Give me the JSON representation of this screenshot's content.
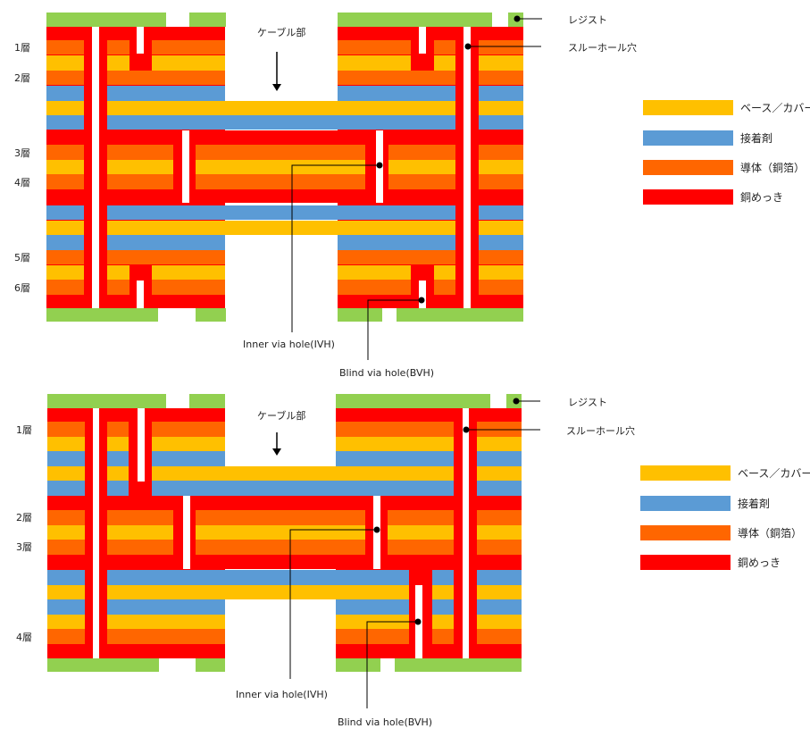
{
  "colors": {
    "resist": "#92d050",
    "base": "#ffc000",
    "adhesive": "#5b9bd5",
    "conductor": "#ff6600",
    "plating": "#ff0000",
    "hole": "#ffffff",
    "line": "#000000"
  },
  "legend": [
    {
      "key": "base",
      "label": "ベース／カバー",
      "color": "#ffc000"
    },
    {
      "key": "adhesive",
      "label": "接着剤",
      "color": "#5b9bd5"
    },
    {
      "key": "conductor",
      "label": "導体（銅箔）",
      "color": "#ff6600"
    },
    {
      "key": "plating",
      "label": "銅めっき",
      "color": "#ff0000"
    }
  ],
  "diagrams": [
    {
      "layer_labels": [
        "1層",
        "2層",
        "3層",
        "4層",
        "5層",
        "6層"
      ],
      "cable_label": "ケーブル部",
      "resist_label": "レジスト",
      "through_hole_label": "スルーホール穴",
      "ivh_label": "Inner via hole(IVH)",
      "bvh_label": "Blind via hole(BVH)"
    },
    {
      "layer_labels": [
        "1層",
        "2層",
        "3層",
        "4層"
      ],
      "cable_label": "ケーブル部",
      "resist_label": "レジスト",
      "through_hole_label": "スルーホール穴",
      "ivh_label": "Inner via hole(IVH)",
      "bvh_label": "Blind via hole(BVH)"
    }
  ]
}
